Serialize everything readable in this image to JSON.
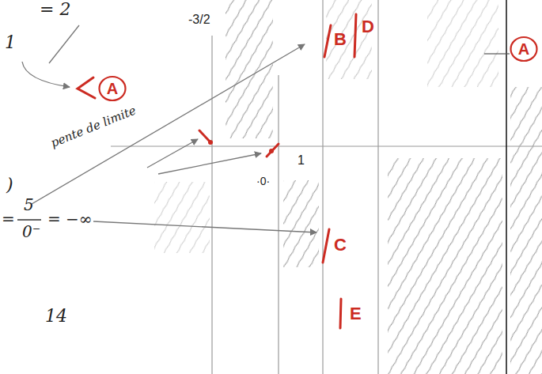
{
  "diagram": {
    "nodes": [
      {
        "text": [
          "A"
        ]
      },
      {
        "text": [
          "A"
        ]
      }
    ],
    "labels": [
      "= 2",
      "1",
      "-3/2",
      "B",
      "D",
      "pente de limite",
      "·0·",
      "1",
      "C",
      "=",
      "5",
      "0⁻",
      "= −∞",
      "E",
      "14",
      ")"
    ]
  }
}
